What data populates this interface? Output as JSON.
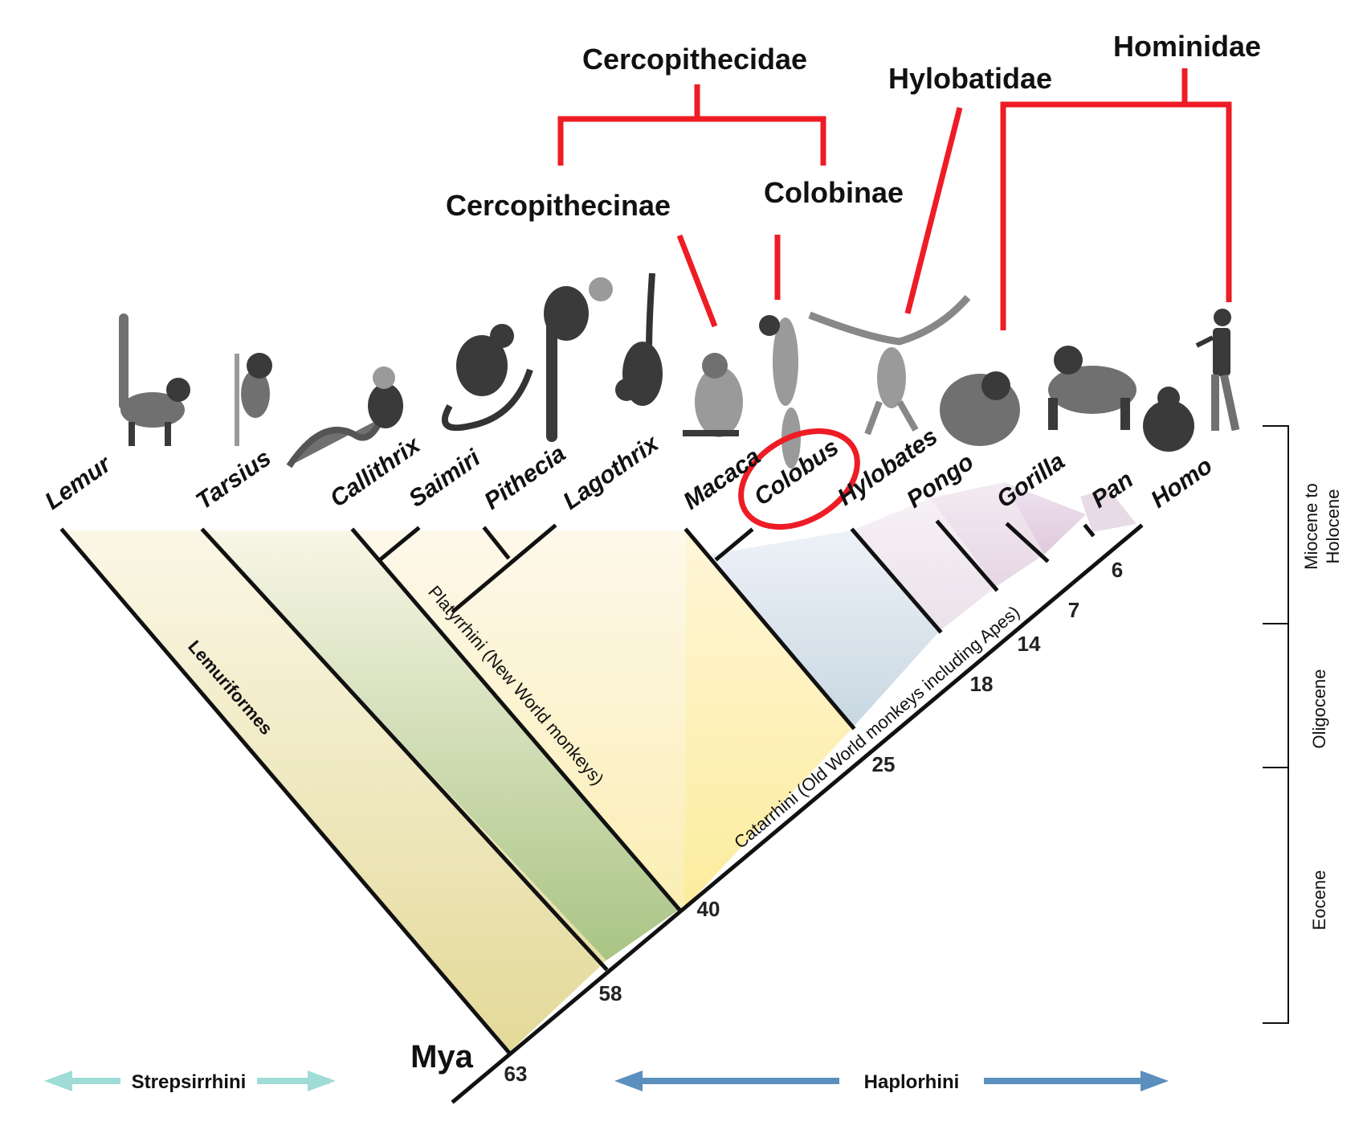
{
  "families": {
    "cercopithecidae": "Cercopithecidae",
    "hylobatidae": "Hylobatidae",
    "hominidae": "Hominidae",
    "cercopithecinae": "Cercopithecinae",
    "colobinae": "Colobinae"
  },
  "taxa": [
    "Lemur",
    "Tarsius",
    "Callithrix",
    "Saimiri",
    "Pithecia",
    "Lagothrix",
    "Macaca",
    "Colobus",
    "Hylobates",
    "Pongo",
    "Gorilla",
    "Pan",
    "Homo"
  ],
  "clades": {
    "lemuriformes": "Lemuriformes",
    "platyrrhini": "Platyrrhini (New World monkeys)",
    "catarrhini": "Catarrhini (Old World monkeys including Apes)"
  },
  "ages": [
    "63",
    "58",
    "40",
    "25",
    "18",
    "14",
    "7",
    "6"
  ],
  "mya_label": "Mya",
  "epochs": [
    "Miocene to",
    "Holocene",
    "Oligocene",
    "Eocene"
  ],
  "bottom": {
    "left": "Strepsirrhini",
    "right": "Haplorhini"
  },
  "colors": {
    "highlight": "#ee1c25",
    "strepsirrhini_arrow": "#9fdcd6",
    "haplorhini_arrow": "#5b8fbd"
  }
}
